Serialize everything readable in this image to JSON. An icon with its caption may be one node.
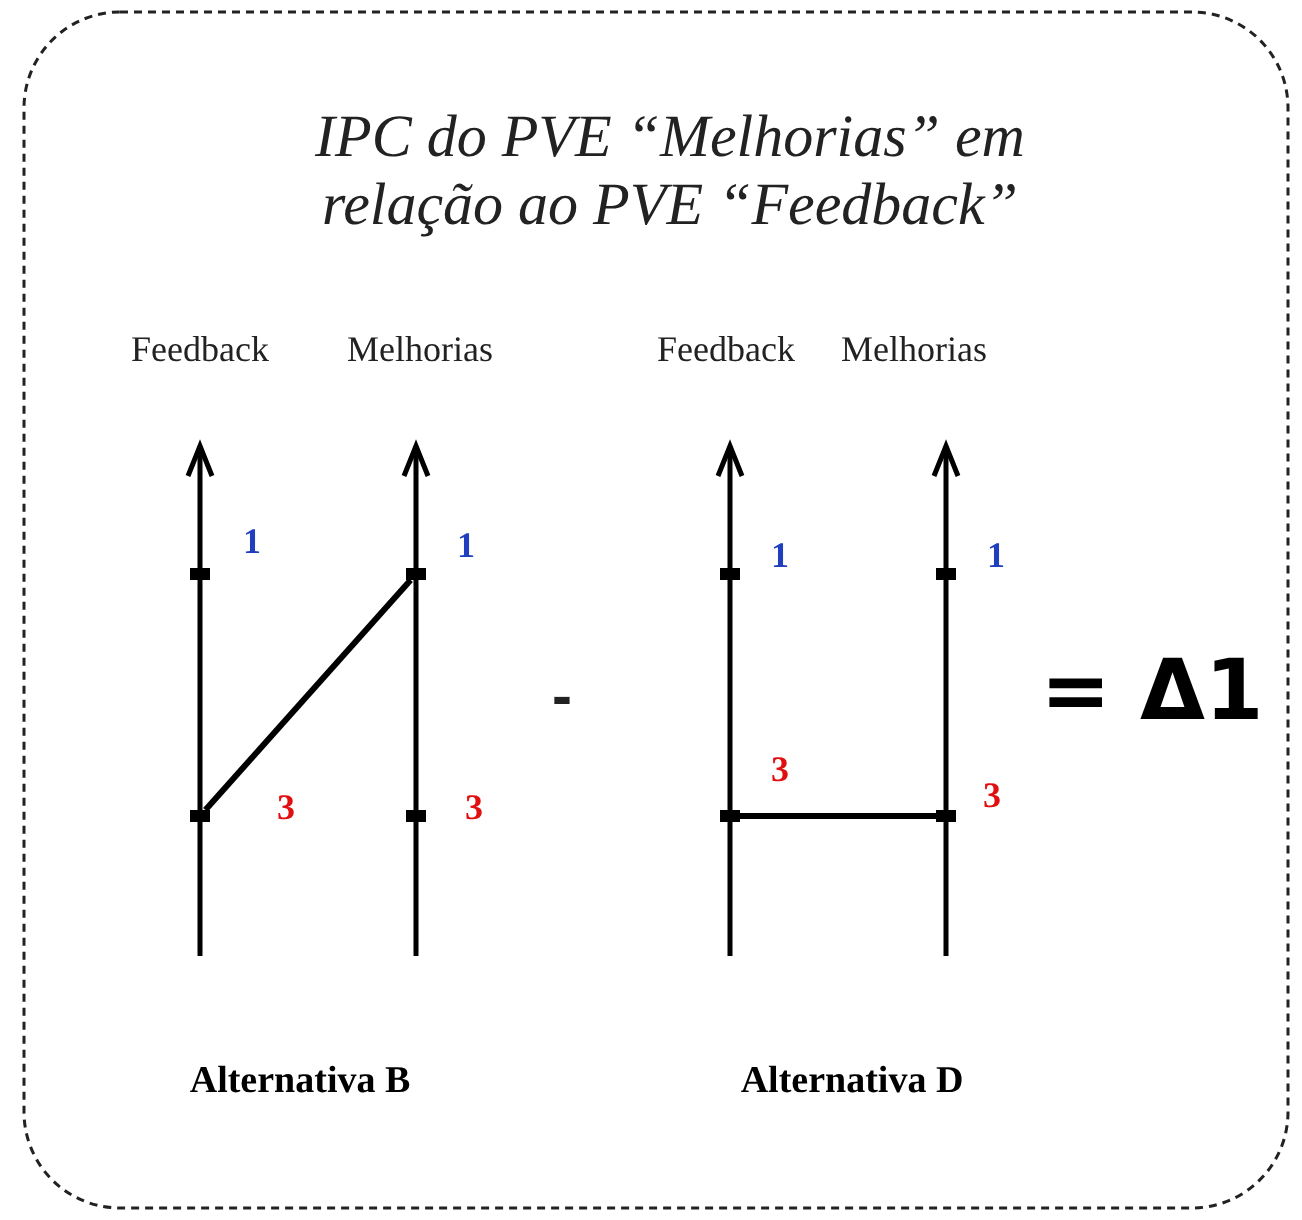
{
  "diagram": {
    "title": "IPC do PVE “Melhorias” em relação ao PVE “Feedback”",
    "nodes": [
      {
        "text": [],
        "shape": "bar"
      },
      {
        "text": [],
        "shape": "bar"
      },
      {
        "text": [],
        "shape": "bar"
      },
      {
        "text": [],
        "shape": "bar"
      }
    ],
    "edges": [
      {
        "from": 1,
        "to": 0,
        "arrow": "none"
      },
      {
        "from": 2,
        "to": 3,
        "arrow": "none"
      }
    ],
    "labels": [
      "Feedback",
      "Melhorias",
      "Feedback",
      "Melhorias",
      "1",
      "1",
      "1",
      "1",
      "-",
      "= Δ1",
      "3",
      "3",
      "3",
      "3",
      "Alternativa B",
      "Alternativa D"
    ]
  }
}
